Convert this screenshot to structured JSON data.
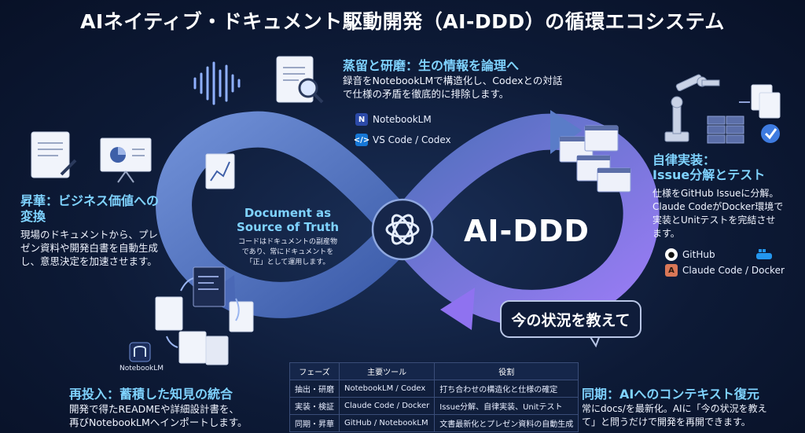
{
  "title": "AIネイティブ・ドキュメント駆動開発（AI-DDD）の循環エコシステム",
  "center": {
    "heading_line1": "Document as",
    "heading_line2": "Source of Truth",
    "desc_line1": "コードはドキュメントの副産物",
    "desc_line2": "であり、常にドキュメントを",
    "desc_line3": "「正」として運用します。",
    "logo_label": "AI-DDD"
  },
  "stages": {
    "distill": {
      "heading": "蒸留と研磨：生の情報を論理へ",
      "line1": "録音をNotebookLMで構造化し、Codexとの対話",
      "line2": "で仕様の矛盾を徹底的に排除します。",
      "tool1": "NotebookLM",
      "tool2": "VS Code / Codex"
    },
    "autonomous": {
      "heading_line1": "自律実装：",
      "heading_line2": "Issue分解とテスト",
      "line1": "仕様をGitHub Issueに分解。",
      "line2": "Claude CodeがDocker環境で",
      "line3": "実装とUnitテストを完結させ",
      "line4": "ます。",
      "tool1": "GitHub",
      "tool2": "Claude Code / Docker"
    },
    "sublimation": {
      "heading_line1": "昇華：ビジネス価値への",
      "heading_line2": "変換",
      "line1": "現場のドキュメントから、プレ",
      "line2": "ゼン資料や開発白書を自動生成",
      "line3": "し、意思決定を加速させます。"
    },
    "reinput": {
      "heading": "再投入：蓄積した知見の統合",
      "line1": "開発で得たREADMEや詳細設計書を、",
      "line2": "再びNotebookLMへインポートします。",
      "tool_label": "NotebookLM"
    },
    "sync": {
      "heading": "同期：AIへのコンテキスト復元",
      "line1": "常にdocs/を最新化。AIに「今の状況を教え",
      "line2": "て」と問うだけで開発を再開できます。"
    }
  },
  "bubble": "今の状況を教えて",
  "table": {
    "headers": [
      "フェーズ",
      "主要ツール",
      "役割"
    ],
    "rows": [
      [
        "抽出・研磨",
        "NotebookLM / Codex",
        "打ち合わせの構造化と仕様の確定"
      ],
      [
        "実装・検証",
        "Claude Code / Docker",
        "Issue分解、自律実装、Unitテスト"
      ],
      [
        "同期・昇華",
        "GitHub / NotebookLM",
        "文書最新化とプレゼン資料の自動生成"
      ]
    ]
  },
  "colors": {
    "accent_cyan": "#7fd3ff",
    "loop_blue": "#4a6db8",
    "loop_purple": "#8a6cf0",
    "background": "#0d1a36"
  }
}
